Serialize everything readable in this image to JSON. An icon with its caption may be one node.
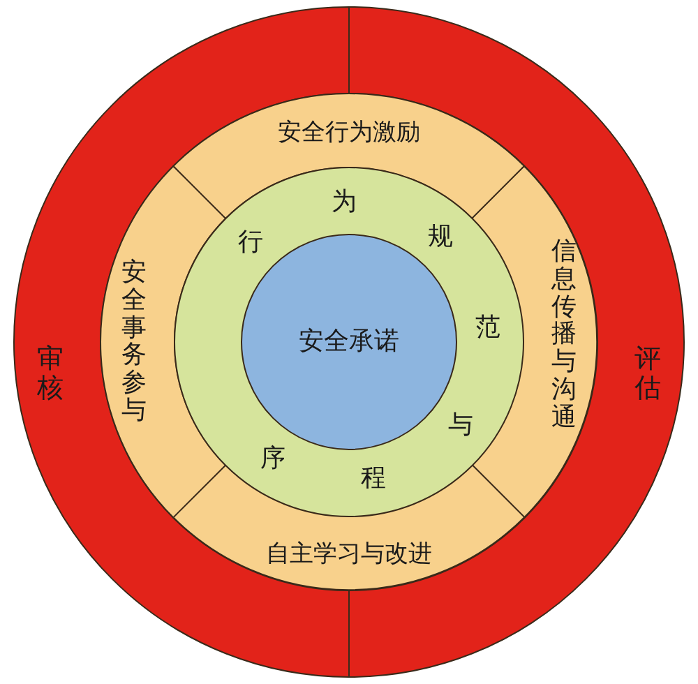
{
  "diagram": {
    "nodes": [
      {
        "text": [
          "审核"
        ]
      },
      {
        "text": [
          "评估"
        ]
      },
      {
        "text": [
          "安全行为激励"
        ]
      },
      {
        "text": [
          "信息传播与沟通"
        ]
      },
      {
        "text": [
          "自主学习与改进"
        ]
      },
      {
        "text": [
          "安全事务参与"
        ]
      },
      {
        "text": [
          "行",
          "为",
          "规",
          "范",
          "与",
          "程",
          "序"
        ]
      },
      {
        "text": [
          "安全承诺"
        ],
        "in": 6
      }
    ]
  }
}
